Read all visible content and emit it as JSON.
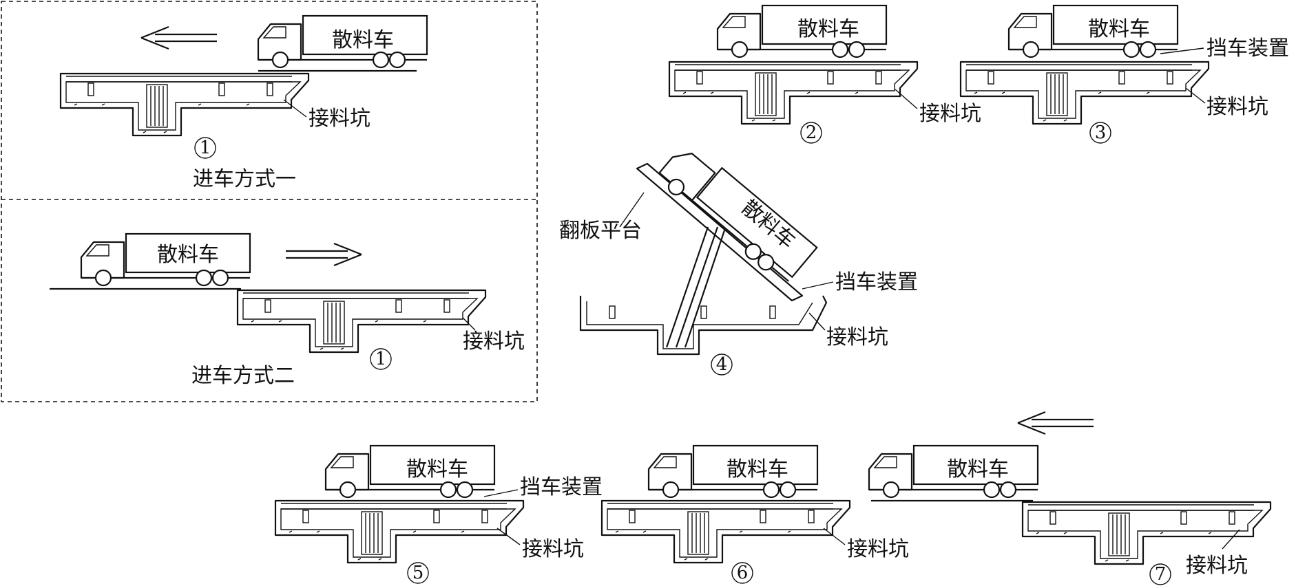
{
  "labels": {
    "truck": "散料车",
    "pit": "接料坑",
    "stopper": "挡车装置",
    "platform": "翻板平台",
    "entry_mode_1": "进车方式一",
    "entry_mode_2": "进车方式二"
  },
  "steps": {
    "s1": "1",
    "s2": "2",
    "s3": "3",
    "s4": "4",
    "s5": "5",
    "s6": "6",
    "s7": "7"
  }
}
